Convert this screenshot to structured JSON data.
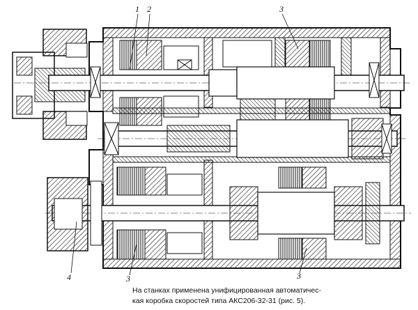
{
  "callouts": {
    "c1": "1",
    "c2": "2",
    "c3_top": "3",
    "c3_bottom_left": "3",
    "c3_bottom_right": "3",
    "c4": "4"
  },
  "caption": {
    "line1": "На станках применена унифицированная автоматичес-",
    "line2": "кая коробка скоростей типа АКС206-32-31 (рис. 5)."
  },
  "colors": {
    "ink": "#111111",
    "paper": "#ffffff"
  }
}
